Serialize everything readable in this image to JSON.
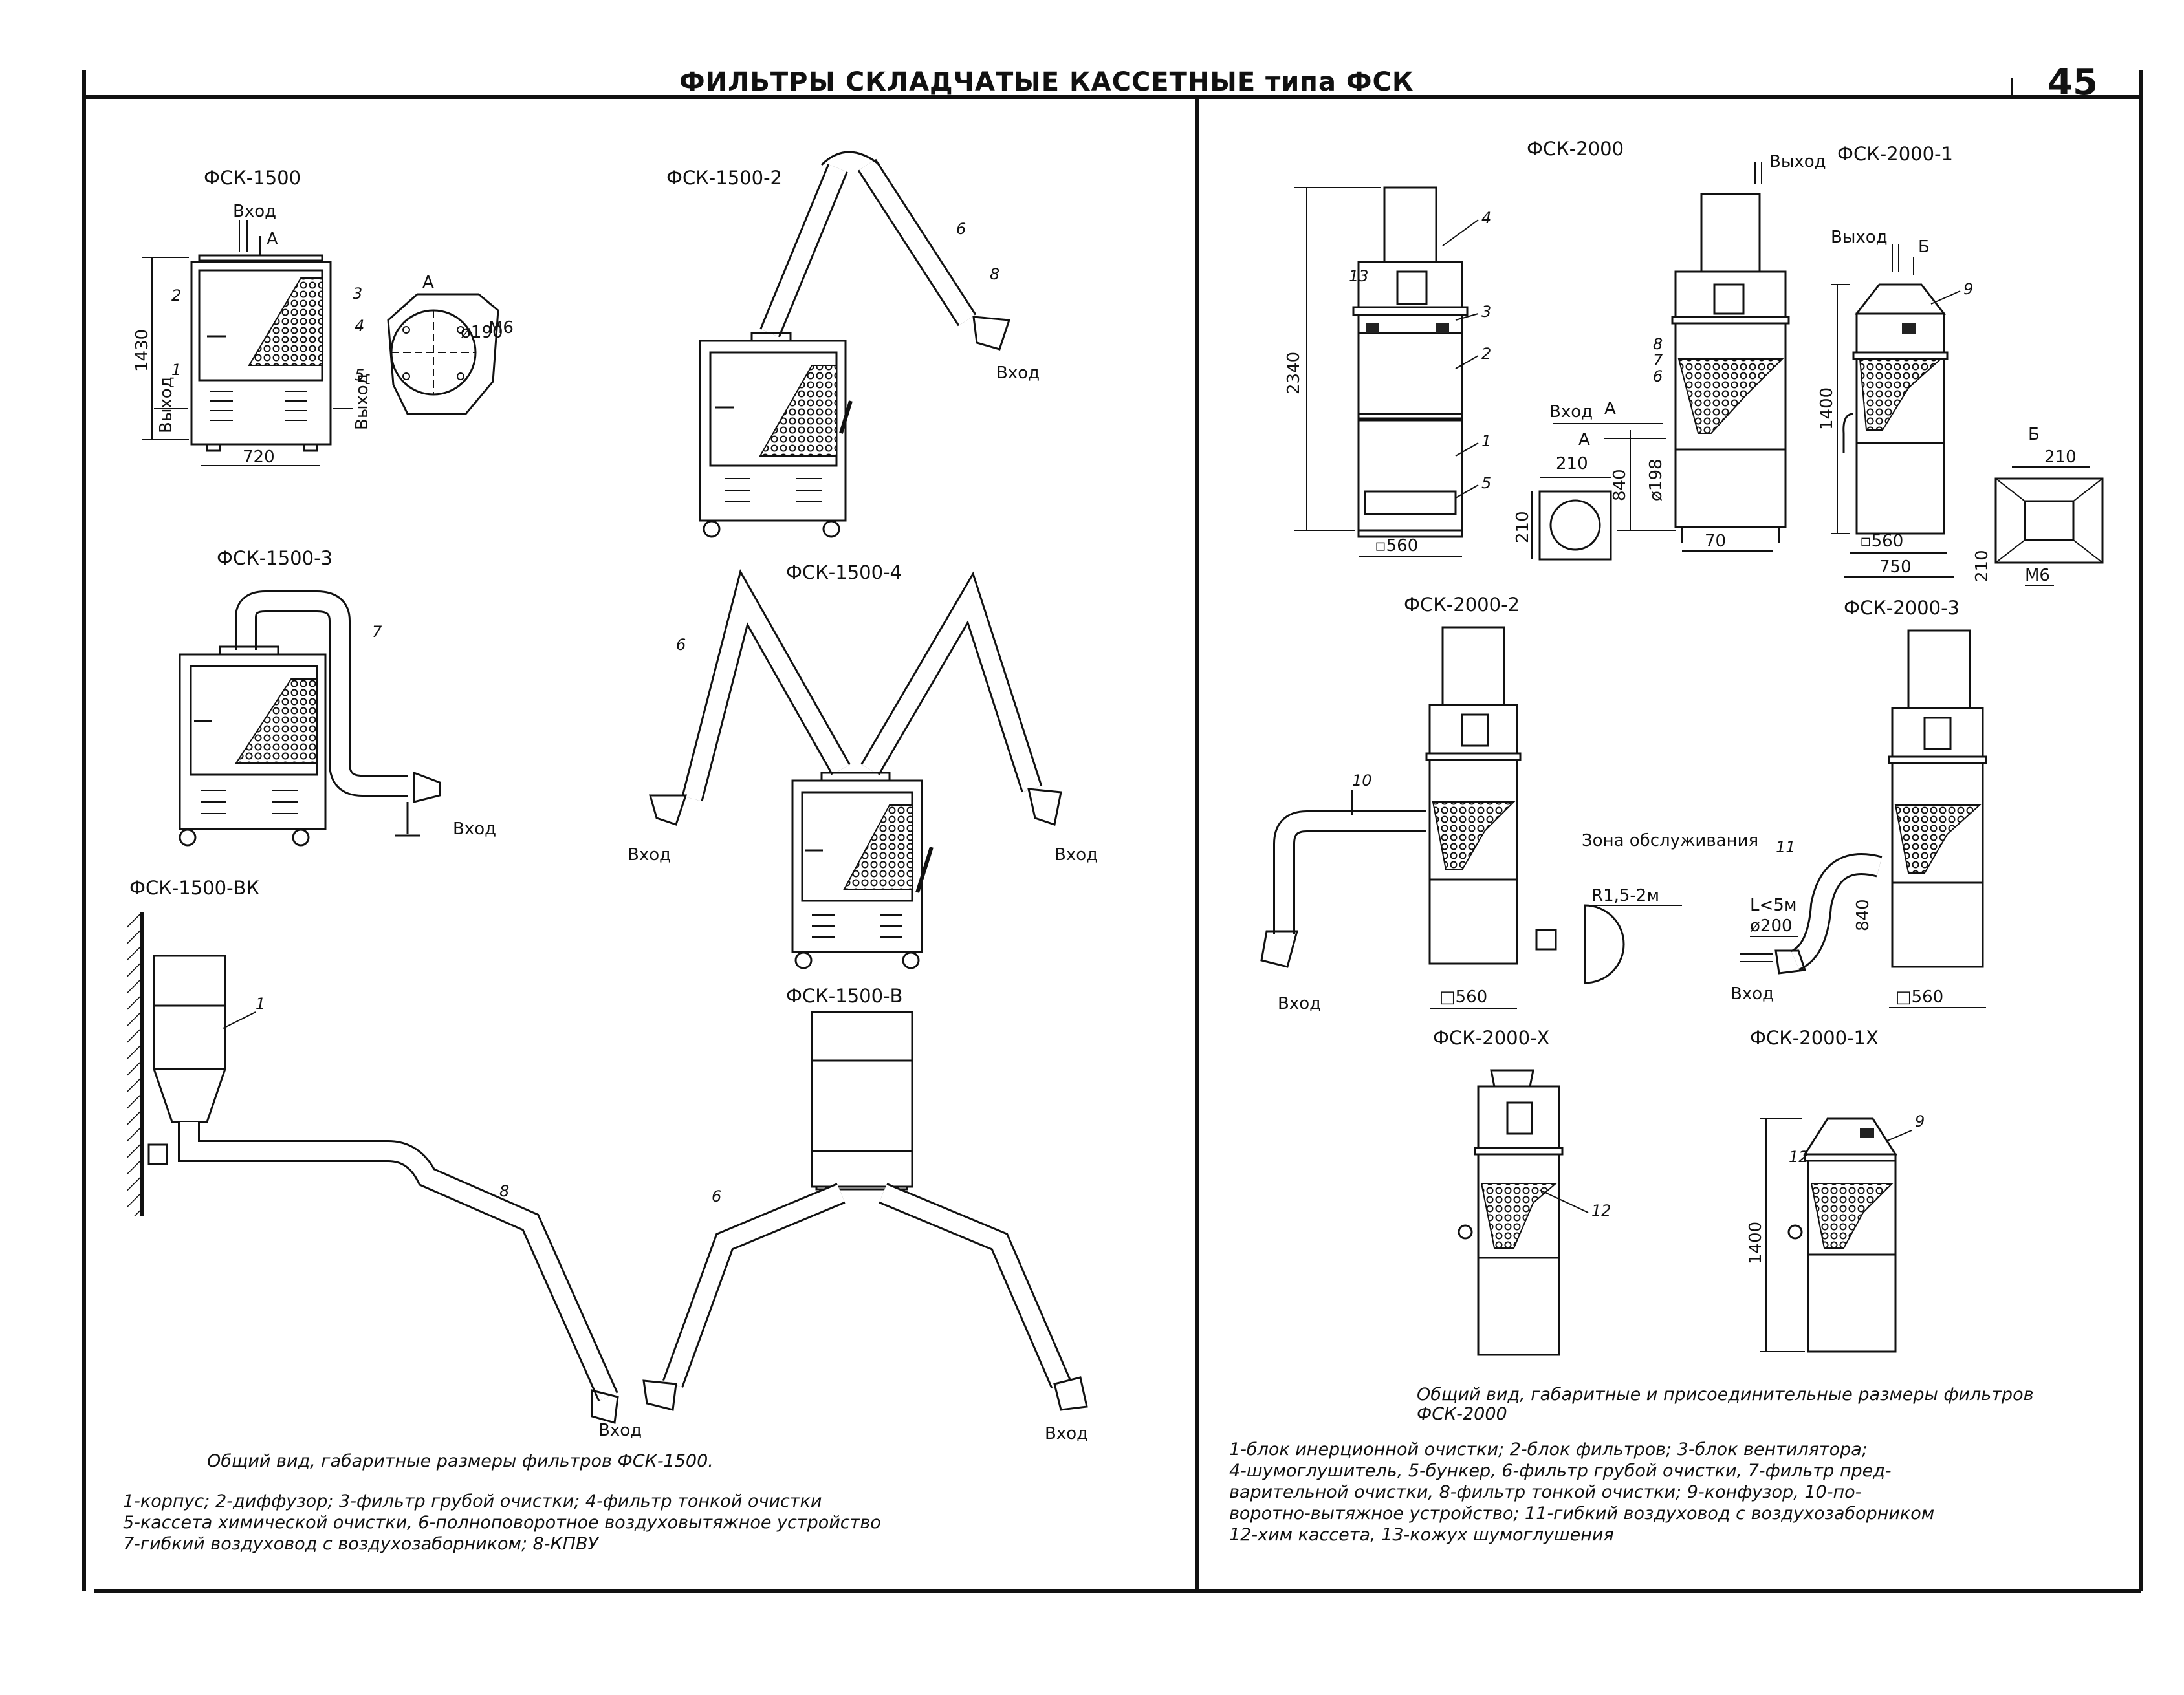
{
  "header": {
    "title": "ФИЛЬТРЫ СКЛАДЧАТЫЕ КАССЕТНЫЕ типа ФСК",
    "page": "45"
  },
  "left": {
    "fsk1500": {
      "title": "ФСК-1500",
      "inlet": "Вход",
      "view": "А",
      "outlet_left": "Выход",
      "outlet_right": "Выход",
      "dim_h": "1430",
      "dim_w": "720",
      "nums": [
        "1",
        "2",
        "3",
        "4",
        "5"
      ],
      "detail_title": "А",
      "detail_d": "ø190",
      "detail_m": "M6"
    },
    "fsk1500_2": {
      "title": "ФСК-1500-2",
      "num_6": "6",
      "num_8": "8",
      "inlet": "Вход"
    },
    "fsk1500_3": {
      "title": "ФСК-1500-3",
      "num_7": "7",
      "inlet": "Вход"
    },
    "fsk1500_4": {
      "title": "ФСК-1500-4",
      "num_6": "6",
      "inlet_left": "Вход",
      "inlet_right": "Вход"
    },
    "fsk1500_vk": {
      "title": "ФСК-1500-ВК",
      "num_1": "1",
      "num_8": "8",
      "inlet": "Вход"
    },
    "fsk1500_v": {
      "title": "ФСК-1500-В",
      "num_6": "6",
      "inlet": "Вход"
    },
    "caption": "Общий вид, габаритные размеры фильтров ФСК-1500.",
    "legend": [
      "1-корпус; 2-диффузор; 3-фильтр грубой очистки; 4-фильтр тонкой очистки",
      "5-кассета химической очистки, 6-полноповоротное воздуховытяжное устройство",
      "7-гибкий воздуховод с воздухозаборником; 8-КПВУ"
    ]
  },
  "right": {
    "fsk2000": {
      "title": "ФСК-2000",
      "dim_h": "2340",
      "dim_base": "▫560",
      "nums": [
        "13",
        "4",
        "3",
        "2",
        "1",
        "5"
      ]
    },
    "fsk2000_side": {
      "outlet": "Выход",
      "inlet": "Вход",
      "view": "А",
      "view2": "А",
      "nums": [
        "8",
        "7",
        "6"
      ],
      "dim_840": "840",
      "dim_d": "ø198",
      "dim_70": "70",
      "dim_210a": "210",
      "dim_210b": "210"
    },
    "fsk2000_1": {
      "title": "ФСК-2000-1",
      "outlet": "Выход",
      "view": "Б",
      "num_9": "9",
      "dim_h": "1400",
      "dim_base": "▫560",
      "dim_w": "750",
      "detail_title": "Б",
      "detail_w": "210",
      "detail_h": "210",
      "detail_m": "M6"
    },
    "fsk2000_2": {
      "title": "ФСК-2000-2",
      "num_10": "10",
      "inlet": "Вход",
      "dim_base": "□560",
      "zone": "Зона обслуживания",
      "radius": "R1,5-2м"
    },
    "fsk2000_3": {
      "title": "ФСК-2000-3",
      "num_11": "11",
      "len": "L<5м",
      "dim_d": "ø200",
      "dim_840": "840",
      "inlet": "Вход",
      "dim_base": "□560"
    },
    "fsk2000_x": {
      "title": "ФСК-2000-Х",
      "num_12": "12"
    },
    "fsk2000_1x": {
      "title": "ФСК-2000-1Х",
      "num_12": "12",
      "num_9": "9",
      "dim_h": "1400"
    },
    "caption_1": "Общий вид, габаритные и присоединительные размеры фильтров",
    "caption_2": "ФСК-2000",
    "legend": [
      "1-блок инерционной очистки; 2-блок фильтров; 3-блок вентилятора;",
      "4-шумоглушитель, 5-бункер, 6-фильтр грубой очистки, 7-фильтр пред-",
      "варительной очистки, 8-фильтр тонкой очистки; 9-конфузор, 10-по-",
      "воротно-вытяжное устройство; 11-гибкий воздуховод с воздухозаборником",
      "12-хим кассета, 13-кожух шумоглушения"
    ]
  }
}
